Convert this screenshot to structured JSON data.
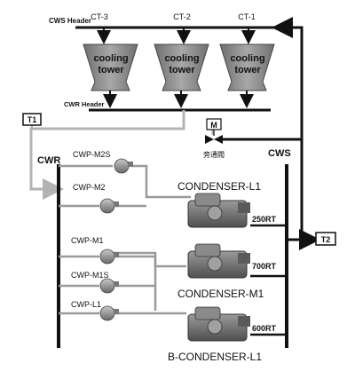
{
  "headers": {
    "cws": "CWS Header",
    "cwr": "CWR Header"
  },
  "towers": [
    {
      "id": "CT-3",
      "line1": "cooling",
      "line2": "tower"
    },
    {
      "id": "CT-2",
      "line1": "cooling",
      "line2": "tower"
    },
    {
      "id": "CT-1",
      "line1": "cooling",
      "line2": "tower"
    }
  ],
  "sensors": {
    "t1": "T1",
    "t2": "T2"
  },
  "valve": {
    "symbol": "M",
    "label": "旁通閥"
  },
  "mains": {
    "cwr": "CWR",
    "cws": "CWS"
  },
  "pumps": [
    "CWP-M2S",
    "CWP-M2",
    "CWP-M1",
    "CWP-M1S",
    "CWP-L1"
  ],
  "condensers": [
    "CONDENSER-L1",
    "CONDENSER-M1",
    "B-CONDENSER-L1"
  ],
  "capacities": [
    "250RT",
    "700RT",
    "600RT"
  ],
  "colors": {
    "pipe_dark": "#111111",
    "pipe_light": "#b3b3b3",
    "tower_fill": "#8c8c8c",
    "equipment": "#6f6f6f"
  }
}
